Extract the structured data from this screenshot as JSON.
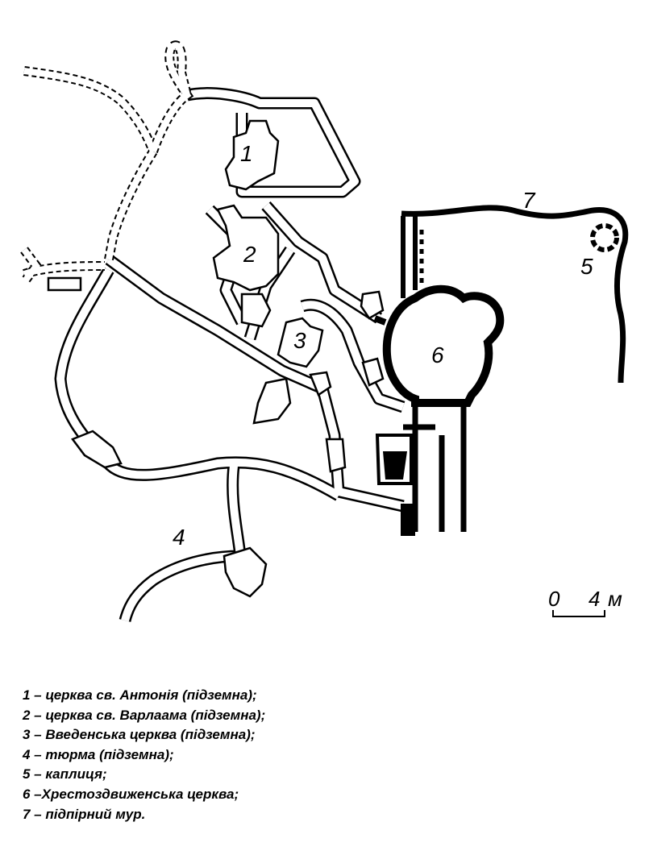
{
  "plan": {
    "labels": {
      "n1": "1",
      "n2": "2",
      "n3": "3",
      "n4": "4",
      "n5": "5",
      "n6": "6",
      "n7": "7"
    },
    "scale": {
      "zero": "0",
      "four": "4",
      "unit": "м"
    }
  },
  "legend": [
    "1 – церква св. Антонія (підземна);",
    "2 – церква св. Варлаама (підземна);",
    "3 – Введенська церква (підземна);",
    "4 – тюрма (підземна);",
    "5 – каплиця;",
    "6 –Хрестоздвиженська церква;",
    "7 – підпірний мур."
  ]
}
